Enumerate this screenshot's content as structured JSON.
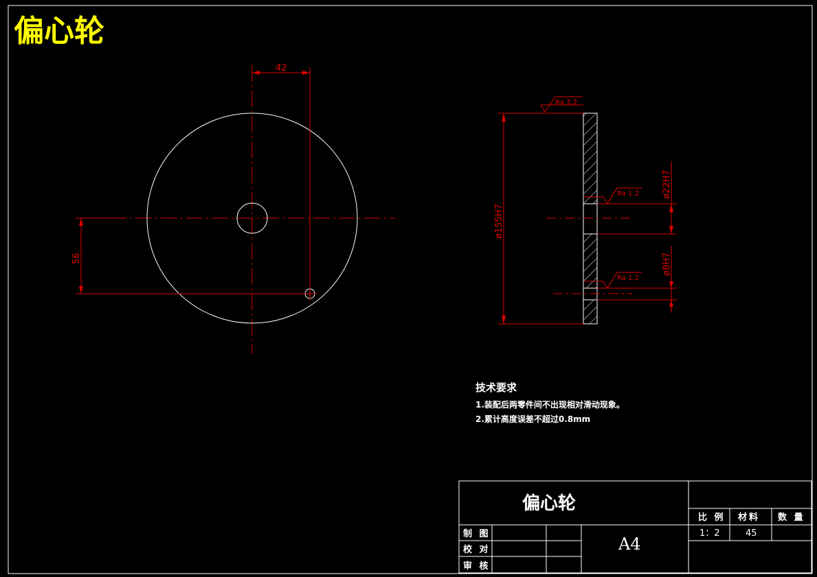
{
  "drawing_title": "偏心轮",
  "front_view": {
    "dim_hole_offset_h": "42",
    "dim_hole_offset_v": "56"
  },
  "side_view": {
    "dim_outer_diameter": "ø155H7",
    "dim_bore": "ø22H7",
    "dim_pin_hole": "ø8H7",
    "roughness_top": "Ra 3.2",
    "roughness_bore": "Ra 1.2",
    "roughness_pin": "Ra 1.2"
  },
  "technical_requirements": {
    "heading": "技术要求",
    "items": [
      "1.装配后两零件间不出现相对滑动现象。",
      "2.累计高度误差不超过0.8mm"
    ]
  },
  "title_block": {
    "part_name": "偏心轮",
    "sheet_size": "A4",
    "headers": [
      "比 例",
      "材料",
      "数 量"
    ],
    "scale": "1：2",
    "material": "45",
    "quantity": "",
    "roles": [
      "制 图",
      "校 对",
      "审 核"
    ]
  },
  "colors": {
    "background": "#000000",
    "outline": "#ffffff",
    "dimension": "#e00000",
    "title": "#ffff00"
  }
}
